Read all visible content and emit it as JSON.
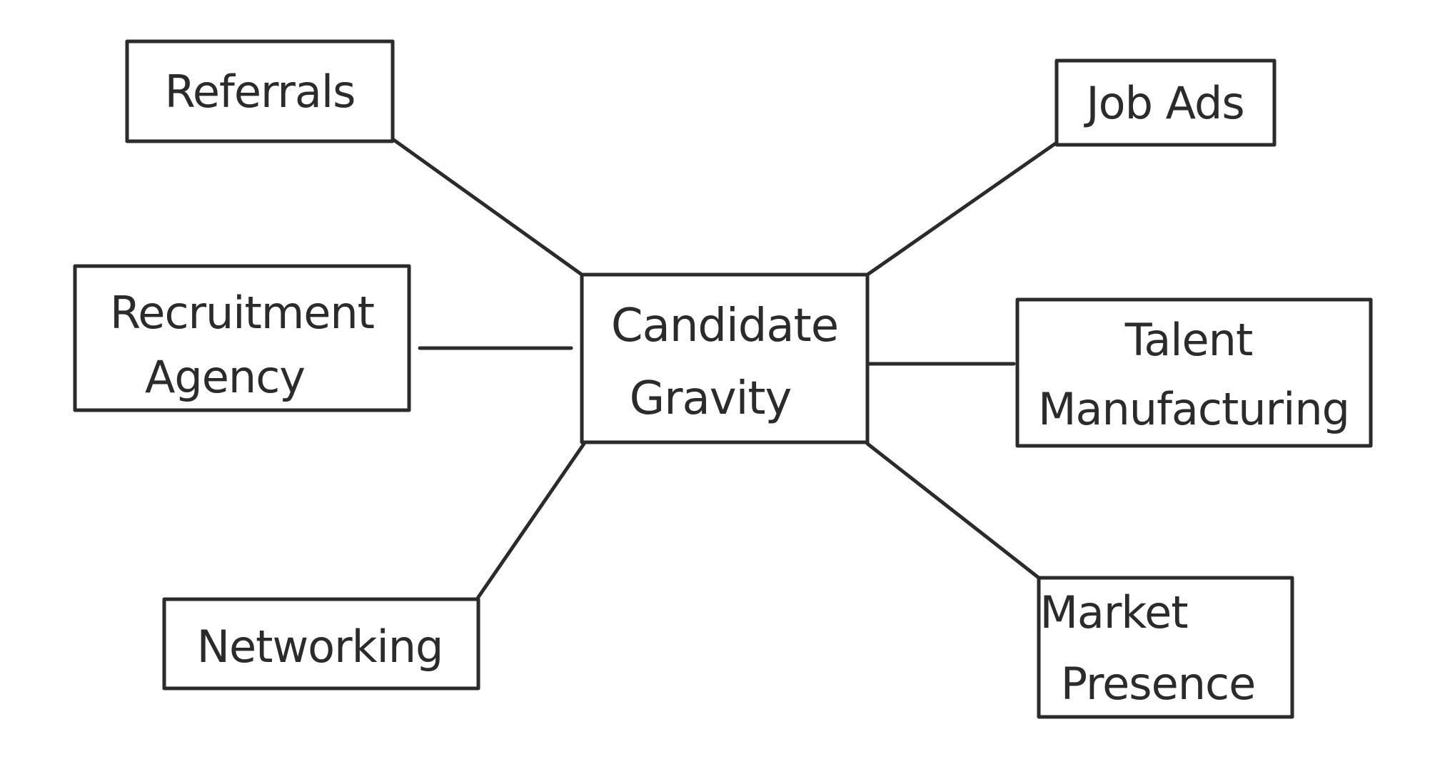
{
  "diagram": {
    "center": {
      "lines": [
        "Candidate",
        "Gravity"
      ]
    },
    "nodes": {
      "referrals": {
        "lines": [
          "Referrals"
        ]
      },
      "job_ads": {
        "lines": [
          "Job Ads"
        ]
      },
      "recruitment_agency": {
        "lines": [
          "Recruitment",
          "Agency"
        ]
      },
      "talent_manufacturing": {
        "lines": [
          "Talent",
          "Manufacturing"
        ]
      },
      "networking": {
        "lines": [
          "Networking"
        ]
      },
      "market_presence": {
        "lines": [
          "Market",
          "Presence"
        ]
      }
    },
    "colors": {
      "ink": "#2b2b2b",
      "background": "#ffffff"
    }
  }
}
